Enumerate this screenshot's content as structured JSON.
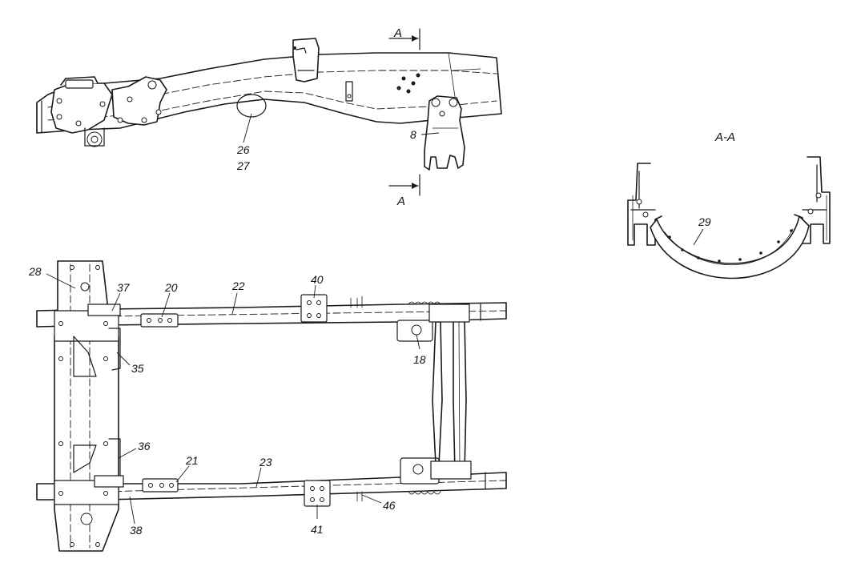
{
  "section": {
    "marker_top": "A",
    "marker_bottom": "A",
    "title": "A-A"
  },
  "callouts": {
    "c8": "8",
    "c26": "26",
    "c27": "27",
    "c29": "29",
    "c28": "28",
    "c37": "37",
    "c20": "20",
    "c22": "22",
    "c40": "40",
    "c35": "35",
    "c18": "18",
    "c36": "36",
    "c21": "21",
    "c23": "23",
    "c38": "38",
    "c41": "41",
    "c46": "46"
  }
}
